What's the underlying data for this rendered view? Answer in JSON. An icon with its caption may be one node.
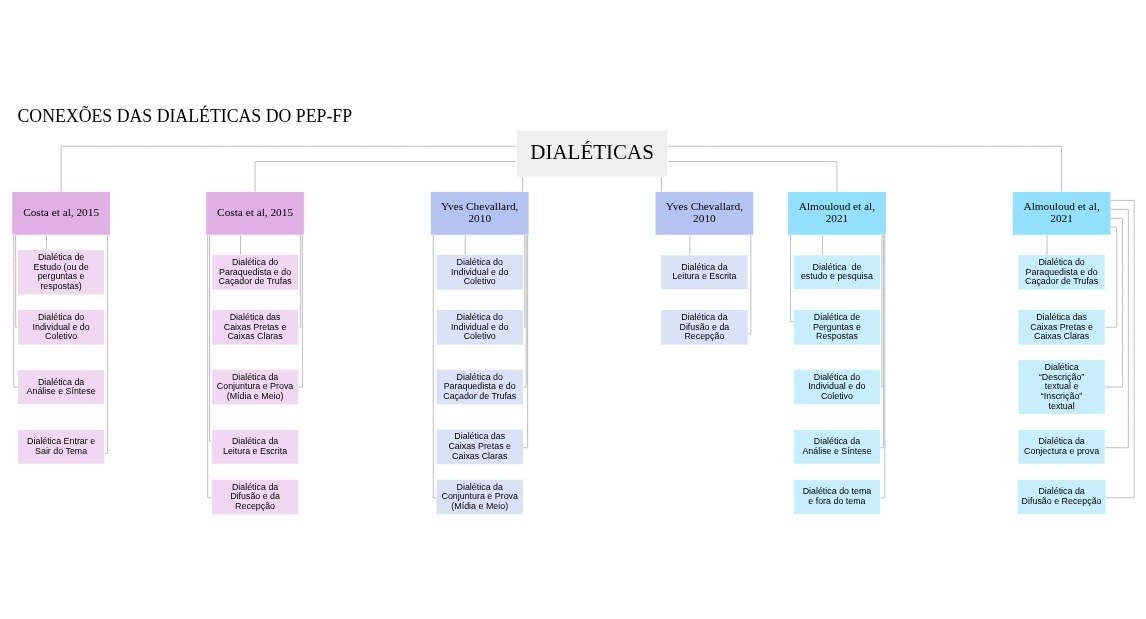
{
  "diagram": {
    "title": "CONEXÕES DAS DIALÉTICAS DO PEP-FP",
    "nodes": [
      {
        "text": [
          "DIALÉTICAS"
        ]
      },
      {
        "text": [
          "Costa et al, 2015"
        ]
      },
      {
        "text": [
          "Costa et al, 2015"
        ]
      },
      {
        "text": [
          "Yves Chevallard, 2010"
        ]
      },
      {
        "text": [
          "Yves Chevallard, 2010"
        ]
      },
      {
        "text": [
          "Almouloud et al, 2021"
        ]
      },
      {
        "text": [
          "Almouloud et al, 2021"
        ]
      },
      {
        "text": [
          "Dialética de Estudo (ou de perguntas e respostas)"
        ]
      },
      {
        "text": [
          "Dialética do Individual e do Coletivo"
        ]
      },
      {
        "text": [
          "Dialética da Análise e Síntese"
        ]
      },
      {
        "text": [
          "Dialética Entrar e Sair do Tema"
        ]
      },
      {
        "text": [
          "Dialética do Paraquedista e do Caçador de Trufas"
        ]
      },
      {
        "text": [
          "Dialética das Caixas Pretas e Caixas Claras"
        ]
      },
      {
        "text": [
          "Dialética da Conjuntura e Prova (Mídia e Meio)"
        ]
      },
      {
        "text": [
          "Dialética da Leitura e Escrita"
        ]
      },
      {
        "text": [
          "Dialética da Difusão e da Recepção"
        ]
      },
      {
        "text": [
          "Dialética do Individual e do Coletivo"
        ]
      },
      {
        "text": [
          "Dialética do Individual e do Coletivo"
        ]
      },
      {
        "text": [
          "Dialética do Paraquedista e do Caçador de Trufas"
        ]
      },
      {
        "text": [
          "Dialética das Caixas Pretas e Caixas Claras"
        ]
      },
      {
        "text": [
          "Dialética da Conjuntura e Prova (Mídia e Meio)"
        ]
      },
      {
        "text": [
          "Dialética da Leitura e Escrita"
        ]
      },
      {
        "text": [
          "Dialética da Difusão e da Recepção"
        ]
      },
      {
        "text": [
          "Dialética  de estudo e pesquisa"
        ]
      },
      {
        "text": [
          "Dialética de Perguntas e Respostas"
        ]
      },
      {
        "text": [
          "Dialética do Individual e do Coletivo"
        ]
      },
      {
        "text": [
          "Dialética da Análise e Síntese"
        ]
      },
      {
        "text": [
          "Dialética do tema e fora do tema"
        ]
      },
      {
        "text": [
          "Dialética do Paraquedista e do Caçador de Trufas"
        ]
      },
      {
        "text": [
          "Dialética das Caixas Pretas e Caixas Claras"
        ]
      },
      {
        "text": [
          "Dialética “Descrição” textual e “Inscrição” textual"
        ]
      },
      {
        "text": [
          "Dialética da Conjectura e prova"
        ]
      },
      {
        "text": [
          "Dialética da Difusão e Recepção"
        ]
      }
    ],
    "edges": [
      {
        "from": 0,
        "to": 1,
        "arrow": "none"
      },
      {
        "from": 0,
        "to": 2,
        "arrow": "none"
      },
      {
        "from": 0,
        "to": 3,
        "arrow": "none"
      },
      {
        "from": 0,
        "to": 4,
        "arrow": "none"
      },
      {
        "from": 0,
        "to": 5,
        "arrow": "none"
      },
      {
        "from": 0,
        "to": 6,
        "arrow": "none"
      },
      {
        "from": 1,
        "to": 7,
        "arrow": "none"
      },
      {
        "from": 1,
        "to": 8,
        "arrow": "none"
      },
      {
        "from": 1,
        "to": 9,
        "arrow": "none"
      },
      {
        "from": 1,
        "to": 10,
        "arrow": "none"
      },
      {
        "from": 2,
        "to": 11,
        "arrow": "none"
      },
      {
        "from": 2,
        "to": 12,
        "arrow": "none"
      },
      {
        "from": 2,
        "to": 13,
        "arrow": "none"
      },
      {
        "from": 2,
        "to": 14,
        "arrow": "none"
      },
      {
        "from": 2,
        "to": 15,
        "arrow": "none"
      },
      {
        "from": 3,
        "to": 16,
        "arrow": "none"
      },
      {
        "from": 3,
        "to": 17,
        "arrow": "none"
      },
      {
        "from": 3,
        "to": 18,
        "arrow": "none"
      },
      {
        "from": 3,
        "to": 19,
        "arrow": "none"
      },
      {
        "from": 3,
        "to": 20,
        "arrow": "none"
      },
      {
        "from": 4,
        "to": 21,
        "arrow": "none"
      },
      {
        "from": 4,
        "to": 22,
        "arrow": "none"
      },
      {
        "from": 5,
        "to": 23,
        "arrow": "none"
      },
      {
        "from": 5,
        "to": 24,
        "arrow": "none"
      },
      {
        "from": 5,
        "to": 25,
        "arrow": "none"
      },
      {
        "from": 5,
        "to": 26,
        "arrow": "none"
      },
      {
        "from": 5,
        "to": 27,
        "arrow": "none"
      },
      {
        "from": 6,
        "to": 28,
        "arrow": "none"
      },
      {
        "from": 6,
        "to": 29,
        "arrow": "none"
      },
      {
        "from": 6,
        "to": 30,
        "arrow": "none"
      },
      {
        "from": 6,
        "to": 31,
        "arrow": "none"
      },
      {
        "from": 6,
        "to": 32,
        "arrow": "none"
      }
    ]
  }
}
